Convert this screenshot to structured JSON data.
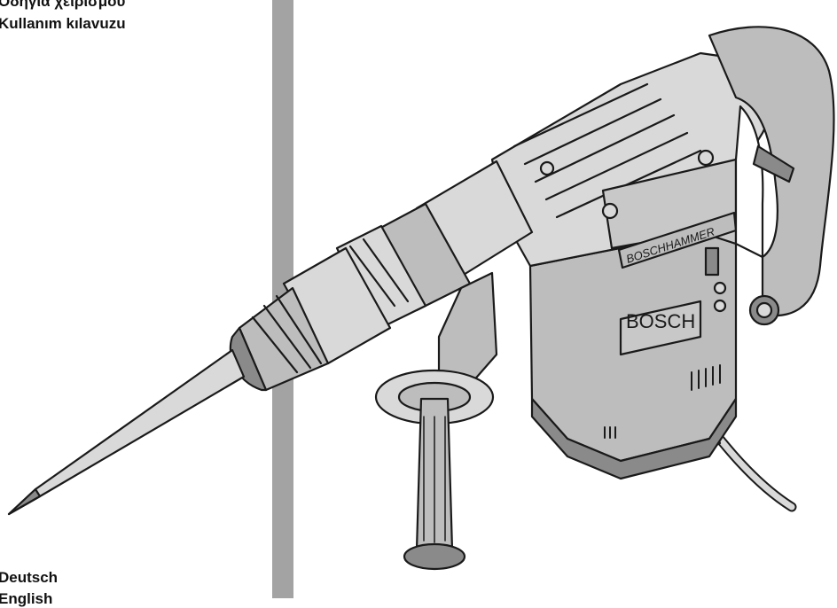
{
  "header_languages": [
    "Οδηγία χειρισμού",
    "Kullanım kılavuzu"
  ],
  "footer_languages": [
    "Deutsch",
    "English"
  ],
  "tool": {
    "brand": "BOSCH",
    "model_label": "BOSCHHAMMER"
  },
  "colors": {
    "bar": "#a3a3a3",
    "body_light": "#d9d9d9",
    "body_mid": "#bdbdbd",
    "body_dark": "#8a8a8a",
    "outline": "#1a1a1a"
  }
}
